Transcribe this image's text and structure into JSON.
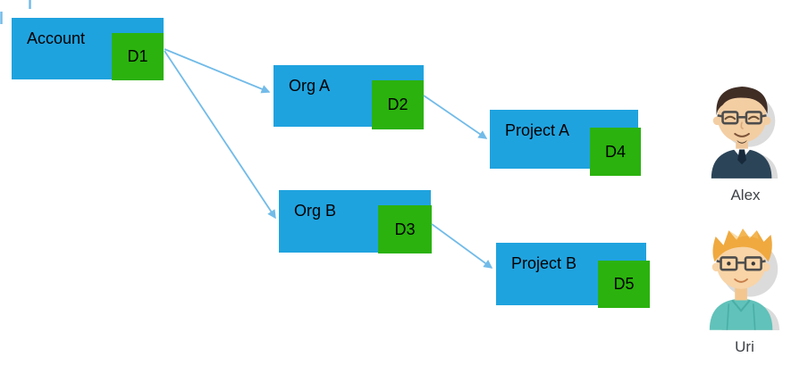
{
  "diagram": {
    "nodes": [
      {
        "id": "account",
        "label": "Account",
        "badge": "D1"
      },
      {
        "id": "org-a",
        "label": "Org A",
        "badge": "D2"
      },
      {
        "id": "project-a",
        "label": "Project A",
        "badge": "D4"
      },
      {
        "id": "org-b",
        "label": "Org B",
        "badge": "D3"
      },
      {
        "id": "project-b",
        "label": "Project B",
        "badge": "D5"
      }
    ],
    "edges": [
      {
        "from": "account",
        "to": "org-a"
      },
      {
        "from": "account",
        "to": "org-b"
      },
      {
        "from": "org-a",
        "to": "project-a"
      },
      {
        "from": "org-b",
        "to": "project-b"
      }
    ],
    "colors": {
      "node_fill": "#1FA3DF",
      "badge_fill": "#2BB20E",
      "arrow": "#72BBE8",
      "label_text": "#000000",
      "name_text": "#3F4347"
    }
  },
  "users": [
    {
      "name": "Alex",
      "avatar": "man-dark-hair-glasses-navy-sweater"
    },
    {
      "name": "Uri",
      "avatar": "man-orange-hair-glasses-teal-shirt"
    }
  ]
}
